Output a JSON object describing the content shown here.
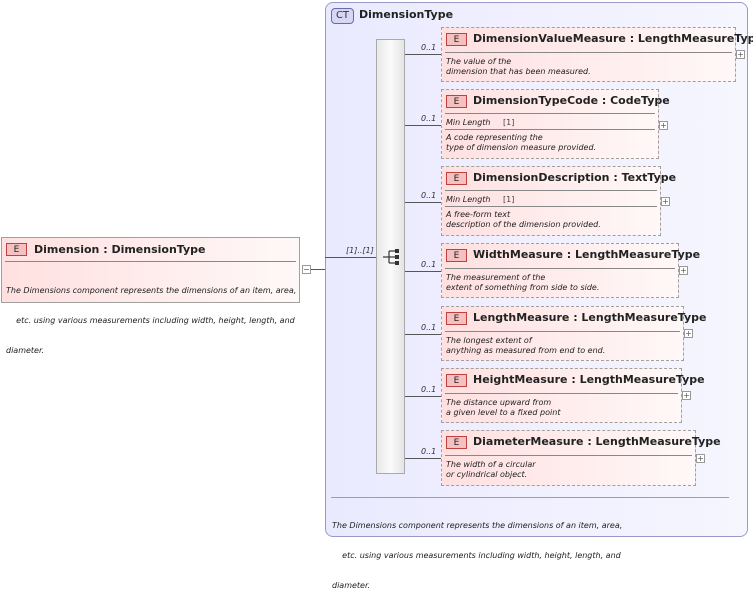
{
  "root_element": {
    "badge": "E",
    "name": "Dimension",
    "type_sep": " : ",
    "type": "DimensionType",
    "doc_lines": [
      "The Dimensions component represents the dimensions of an item, area,",
      "    etc. using various measurements including width, height, length, and",
      "diameter."
    ],
    "expander": "−"
  },
  "complex_type": {
    "badge": "CT",
    "name": "DimensionType",
    "doc_lines": [
      "The Dimensions component represents the dimensions of an item, area,",
      "    etc. using various measurements including width, height, length, and",
      "diameter."
    ]
  },
  "sequence": {
    "cardinality": "[1]..[1]"
  },
  "children": [
    {
      "badge": "E",
      "name": "DimensionValueMeasure",
      "type": "LengthMeasureType",
      "cardinality": "0..1",
      "facet": null,
      "doc_lines": [
        "The value of the",
        "dimension that has been measured."
      ],
      "expander": "+"
    },
    {
      "badge": "E",
      "name": "DimensionTypeCode",
      "type": "CodeType",
      "cardinality": "0..1",
      "facet": {
        "label": "Min Length",
        "value": "[1]"
      },
      "doc_lines": [
        "A code representing the",
        "type of dimension measure provided."
      ],
      "expander": "+"
    },
    {
      "badge": "E",
      "name": "DimensionDescription",
      "type": "TextType",
      "cardinality": "0..1",
      "facet": {
        "label": "Min Length",
        "value": "[1]"
      },
      "doc_lines": [
        "A free-form text",
        "description of the dimension provided."
      ],
      "expander": "+"
    },
    {
      "badge": "E",
      "name": "WidthMeasure",
      "type": "LengthMeasureType",
      "cardinality": "0..1",
      "facet": null,
      "doc_lines": [
        "The measurement of the",
        "extent of something from side to side."
      ],
      "expander": "+"
    },
    {
      "badge": "E",
      "name": "LengthMeasure",
      "type": "LengthMeasureType",
      "cardinality": "0..1",
      "facet": null,
      "doc_lines": [
        "The longest extent of",
        "anything as measured from end to end."
      ],
      "expander": "+"
    },
    {
      "badge": "E",
      "name": "HeightMeasure",
      "type": "LengthMeasureType",
      "cardinality": "0..1",
      "facet": null,
      "doc_lines": [
        "The distance upward from",
        "a given level to a fixed point"
      ],
      "expander": "+"
    },
    {
      "badge": "E",
      "name": "DiameterMeasure",
      "type": "LengthMeasureType",
      "cardinality": "0..1",
      "facet": null,
      "doc_lines": [
        "The width of a circular",
        "or cylindrical object."
      ],
      "expander": "+"
    }
  ]
}
